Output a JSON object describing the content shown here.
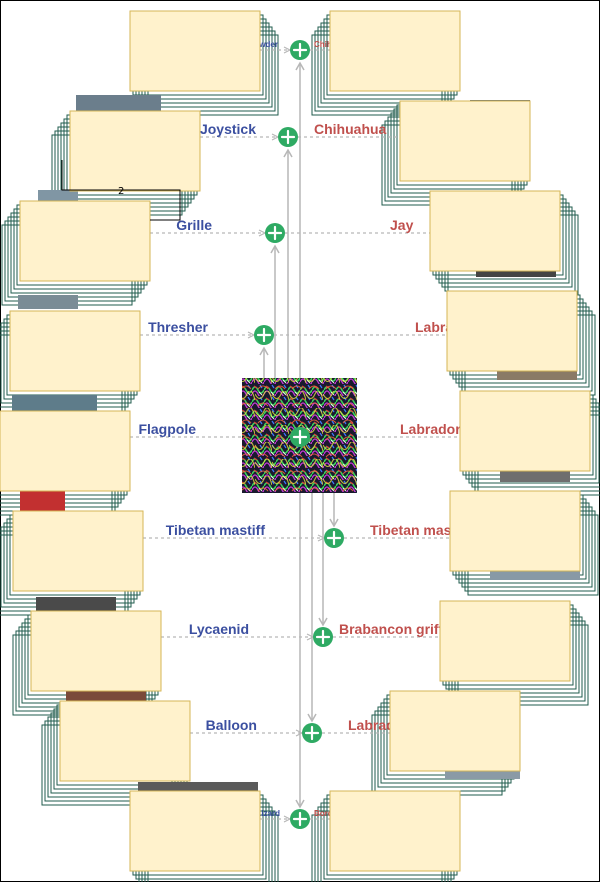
{
  "colors": {
    "left_label": "#3b4fa0",
    "right_label": "#c0504d",
    "plus_node": "#2eaa63",
    "card_fill": "#fff2cc",
    "card_border": "#d6b656",
    "stack_stroke": "#1f5b4c",
    "arrow": "#b7b7b7"
  },
  "center": {
    "icon": "noise-pattern-image"
  },
  "node_icon": "plus-circle-icon",
  "pairs": [
    {
      "left": "Powder",
      "right": "Chihuahua"
    },
    {
      "left": "Joystick",
      "right": "Chihuahua"
    },
    {
      "left": "Grille",
      "right": "Jay"
    },
    {
      "left": "Thresher",
      "right": "Labrador"
    },
    {
      "left": "Flagpole",
      "right": "Labrador"
    },
    {
      "left": "Tibetan mastiff",
      "right": "Tibetan mastiff"
    },
    {
      "left": "Lycaenid",
      "right": "Brabancon griffon"
    },
    {
      "left": "Balloon",
      "right": "Labrador"
    },
    {
      "left": "Lizard",
      "right": "Border collie"
    }
  ],
  "side_number": "2"
}
